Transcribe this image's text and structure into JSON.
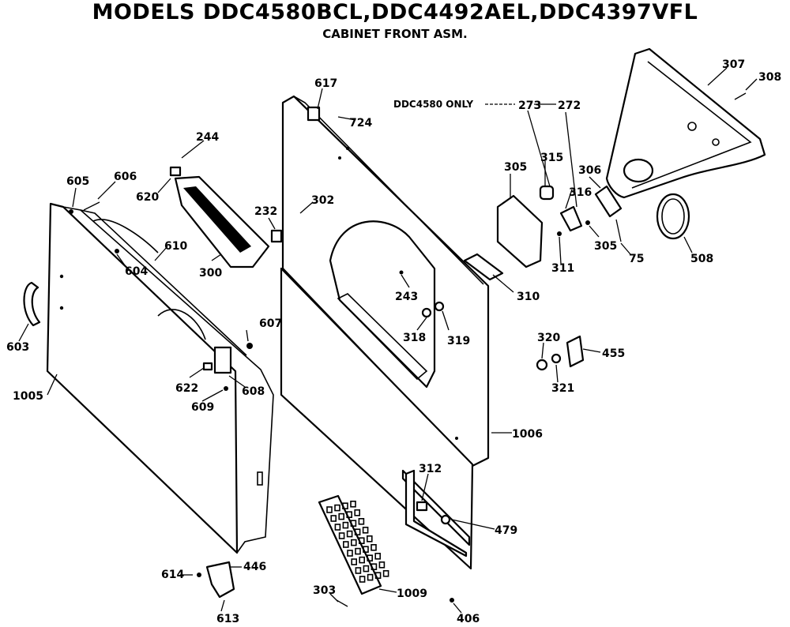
{
  "header": {
    "title": "MODELS DDC4580BCL,DDC4492AEL,DDC4397VFL",
    "subtitle": "CABINET FRONT ASM."
  },
  "note": "DDC4580 ONLY",
  "parts": {
    "p1005": "1005",
    "p1006": "1006",
    "p1009": "1009",
    "p603": "603",
    "p605": "605",
    "p606": "606",
    "p607": "607",
    "p608": "608",
    "p609": "609",
    "p610": "610",
    "p613": "613",
    "p614": "614",
    "p617": "617",
    "p620": "620",
    "p622": "622",
    "p604": "604",
    "p724": "724",
    "p244": "244",
    "p300": "300",
    "p232": "232",
    "p302": "302",
    "p243": "243",
    "p318": "318",
    "p319": "319",
    "p273": "273",
    "p272": "272",
    "p315": "315",
    "p316": "316",
    "p305a": "305",
    "p305b": "305",
    "p306": "306",
    "p307": "307",
    "p308": "308",
    "p311": "311",
    "p310": "310",
    "p75": "75",
    "p508": "508",
    "p320": "320",
    "p321": "321",
    "p455": "455",
    "p312": "312",
    "p479": "479",
    "p446": "446",
    "p303": "303",
    "p406": "406"
  }
}
